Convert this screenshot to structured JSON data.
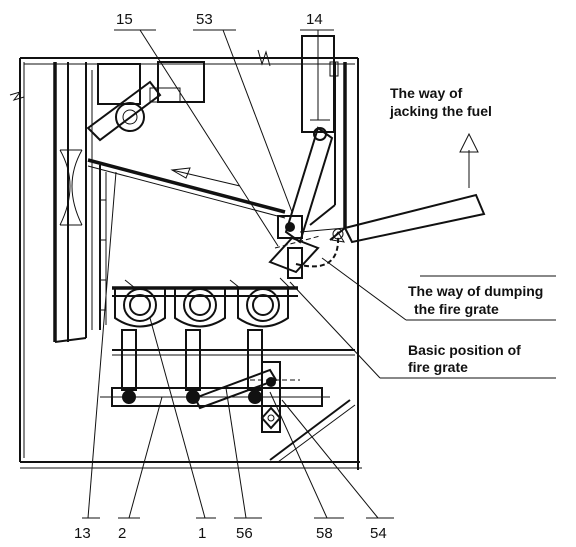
{
  "labels": {
    "top": [
      "15",
      "53",
      "14"
    ],
    "bottom": [
      "13",
      "2",
      "1",
      "56",
      "58",
      "54"
    ]
  },
  "annotations": {
    "jacking": [
      "The way of",
      "jacking the fuel"
    ],
    "dumping": [
      "The way of dumping",
      "the fire grate"
    ],
    "basic": [
      "Basic position of",
      "fire grate"
    ]
  },
  "colors": {
    "ink": "#111111",
    "background": "#ffffff"
  }
}
